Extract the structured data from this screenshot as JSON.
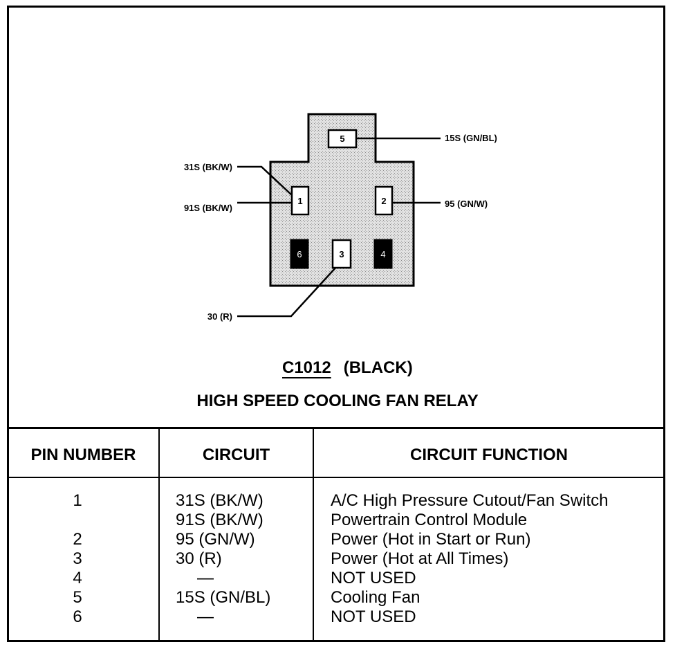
{
  "connector": {
    "id": "C1012",
    "color": "(BLACK)",
    "title": "HIGH SPEED COOLING FAN RELAY",
    "pins": [
      {
        "number": "5",
        "used": true
      },
      {
        "number": "1",
        "used": true
      },
      {
        "number": "2",
        "used": true
      },
      {
        "number": "6",
        "used": false
      },
      {
        "number": "3",
        "used": true
      },
      {
        "number": "4",
        "used": false
      }
    ],
    "wire_labels": {
      "w_15s": "15S (GN/BL)",
      "w_31s": "31S (BK/W)",
      "w_91s": "91S (BK/W)",
      "w_95": "95 (GN/W)",
      "w_30": "30 (R)"
    }
  },
  "table": {
    "headers": {
      "pin": "PIN NUMBER",
      "circuit": "CIRCUIT",
      "function": "CIRCUIT FUNCTION"
    },
    "rows": [
      {
        "pin": "1",
        "circuit": "31S (BK/W)",
        "function": "A/C High Pressure Cutout/Fan Switch"
      },
      {
        "pin": "",
        "circuit": "91S (BK/W)",
        "function": "Powertrain Control Module"
      },
      {
        "pin": "2",
        "circuit": "95 (GN/W)",
        "function": "Power (Hot in Start or Run)"
      },
      {
        "pin": "3",
        "circuit": "30 (R)",
        "function": "Power (Hot at All Times)"
      },
      {
        "pin": "4",
        "circuit": "—",
        "function": "NOT USED"
      },
      {
        "pin": "5",
        "circuit": "15S (GN/BL)",
        "function": "Cooling Fan"
      },
      {
        "pin": "6",
        "circuit": "—",
        "function": "NOT USED"
      }
    ]
  }
}
